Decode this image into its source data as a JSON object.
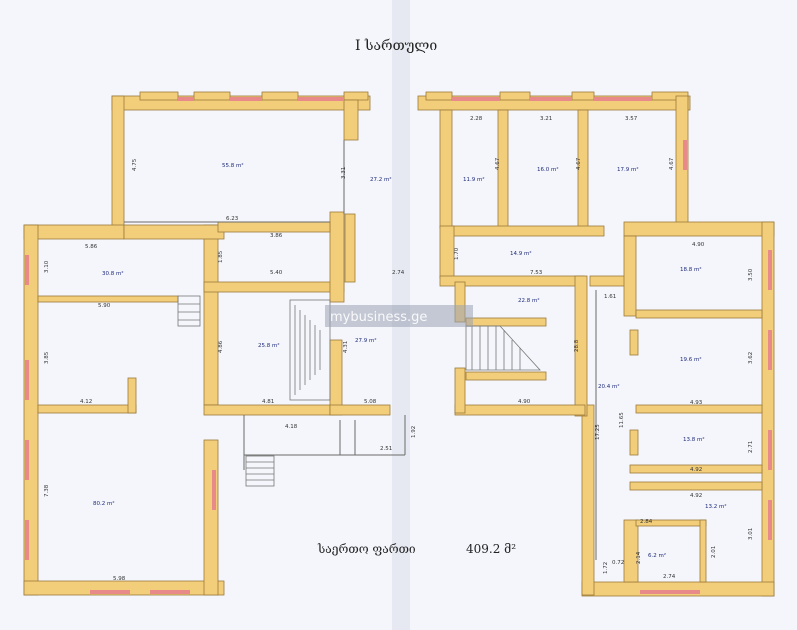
{
  "title": "I სართული",
  "total_label": "საერთო ფართი",
  "total_value": "409.2 მ²",
  "watermark": "mybusiness.ge",
  "areas": [
    "55.8 m²",
    "27.2 m²",
    "11.9 m²",
    "16.0 m²",
    "17.9 m²",
    "30.8 m²",
    "14.9 m²",
    "18.8 m²",
    "22.8 m²",
    "25.8 m²",
    "27.9 m²",
    "19.6 m²",
    "20.4 m²",
    "13.8 m²",
    "80.2 m²",
    "13.2 m²",
    "6.2 m²"
  ],
  "dims": [
    "4.75",
    "3.31",
    "6.23",
    "2.28",
    "3.21",
    "3.57",
    "4.67",
    "4.67",
    "4.67",
    "5.86",
    "3.10",
    "3.86",
    "1.85",
    "5.40",
    "2.74",
    "1.70",
    "7.53",
    "4.90",
    "3.50",
    "5.90",
    "1.61",
    "3.85",
    "4.86",
    "4.31",
    "4.12",
    "4.81",
    "5.08",
    "4.90",
    "28.8",
    "4.18",
    "1.92",
    "2.51",
    "3.62",
    "4.93",
    "11.65",
    "17.25",
    "2.71",
    "7.38",
    "4.92",
    "4.92",
    "2.84",
    "3.01",
    "2.14",
    "2.01",
    "0.72",
    "1.72",
    "2.74",
    "5.98"
  ]
}
